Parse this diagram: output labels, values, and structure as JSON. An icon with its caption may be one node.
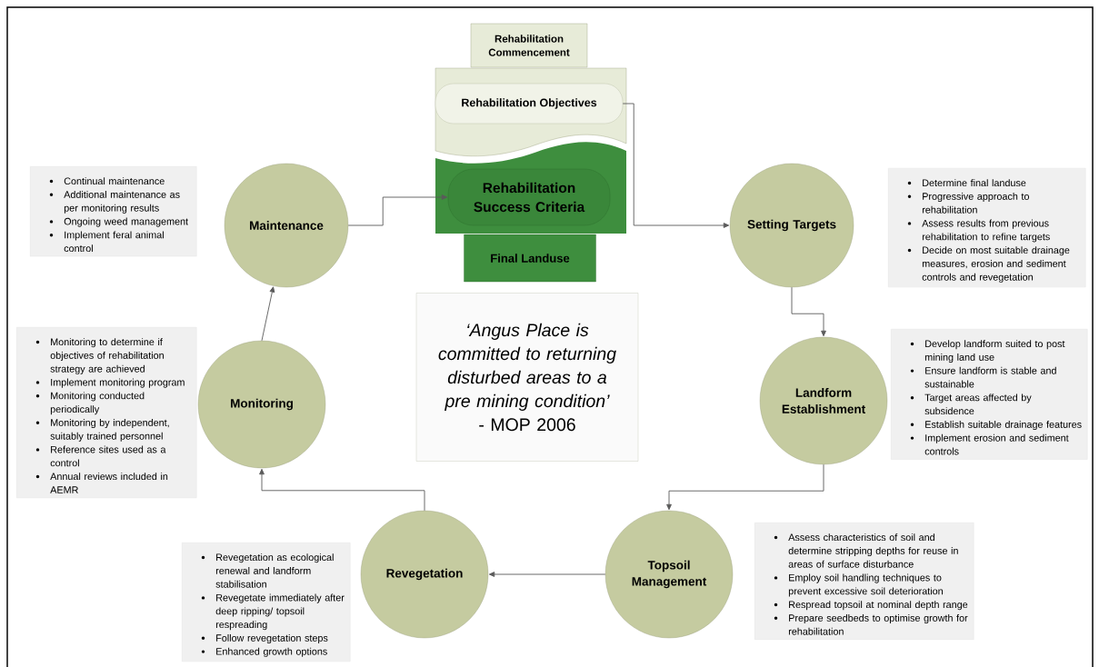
{
  "diagram": {
    "nodes": [
      {
        "text": [
          "Rehabilitation Commencement"
        ]
      },
      {
        "text": [
          "Rehabilitation Objectives"
        ]
      },
      {
        "text": [
          "Rehabilitation Success Criteria"
        ]
      },
      {
        "text": [
          "Final Landuse"
        ]
      },
      {
        "text": [
          "Continual maintenance",
          "Additional maintenance as per monitoring results",
          "Ongoing  weed management",
          "Implement feral animal control"
        ]
      },
      {
        "text": [
          "Maintenance"
        ]
      },
      {
        "text": [
          "Setting Targets"
        ]
      },
      {
        "text": [
          "Determine final landuse",
          "Progressive approach to rehabilitation",
          "Assess results from previous rehabilitation to refine targets",
          "Decide on most suitable drainage measures, erosion and sediment controls and revegetation"
        ]
      },
      {
        "text": [
          "Monitoring to determine if objectives of rehabilitation strategy are achieved",
          "Implement monitoring program",
          "Monitoring conducted periodically",
          "Monitoring by independent, suitably trained personnel",
          "Reference sites used as a control",
          "Annual reviews included in AEMR"
        ]
      },
      {
        "text": [
          "Monitoring"
        ]
      },
      {
        "text": [
          "‘Angus Place is committed to returning disturbed areas to a pre mining condition’",
          "- MOP 2006"
        ]
      },
      {
        "text": [
          "Landform Establishment"
        ]
      },
      {
        "text": [
          "Develop landform suited to post mining land use",
          "Ensure landform is stable and sustainable",
          "Target areas affected by subsidence",
          "Establish suitable drainage features",
          "Implement erosion and sediment controls"
        ]
      },
      {
        "text": [
          "Revegetation as ecological renewal and landform stabilisation",
          "Revegetate immediately after deep ripping/ topsoil respreading",
          "Follow revegetation steps",
          "Enhanced growth options"
        ]
      },
      {
        "text": [
          "Revegetation"
        ]
      },
      {
        "text": [
          "Topsoil Management"
        ]
      },
      {
        "text": [
          "Assess characteristics of soil and determine stripping depths for reuse in areas of surface disturbance",
          "Employ soil handling techniques to prevent excessive soil deterioration",
          "Respread topsoil at nominal depth range",
          "Prepare seedbeds to optimise growth for rehabilitation"
        ]
      }
    ],
    "edges": [
      {
        "from": 5,
        "to": 2,
        "arrow": "to"
      },
      {
        "from": 1,
        "to": 6,
        "arrow": "to"
      },
      {
        "from": 6,
        "to": 11,
        "arrow": "to"
      },
      {
        "from": 11,
        "to": 15,
        "arrow": "to"
      },
      {
        "from": 15,
        "to": 14,
        "arrow": "to"
      },
      {
        "from": 14,
        "to": 9,
        "arrow": "to"
      },
      {
        "from": 9,
        "to": 5,
        "arrow": "to"
      }
    ]
  }
}
